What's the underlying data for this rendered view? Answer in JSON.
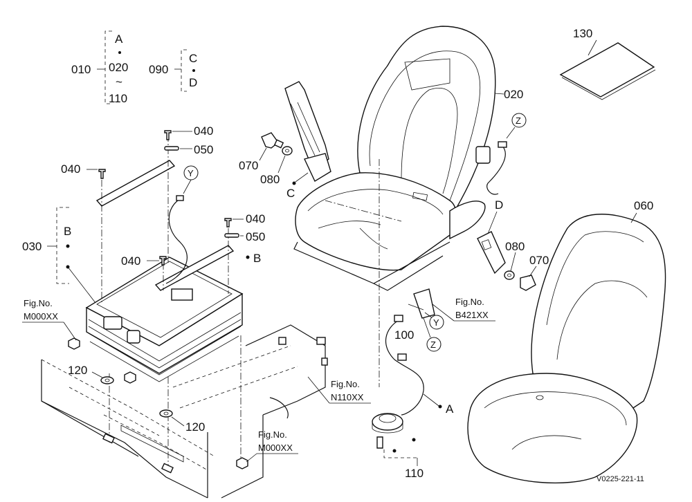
{
  "parts": {
    "p010": "010",
    "p020a": "020",
    "p020b": "020",
    "p030": "030",
    "p040a": "040",
    "p040b": "040",
    "p040c": "040",
    "p040d": "040",
    "p050a": "050",
    "p050b": "050",
    "p060": "060",
    "p070a": "070",
    "p070b": "070",
    "p080a": "080",
    "p080b": "080",
    "p090": "090",
    "p100": "100",
    "p110a": "110",
    "p110b": "110",
    "p120a": "120",
    "p120b": "120",
    "p130": "130"
  },
  "letters": {
    "A_top": "A",
    "A_wire": "A",
    "B_left": "B",
    "B_right": "B",
    "C_top": "C",
    "C_belt": "C",
    "D_top": "D",
    "D_buckle": "D",
    "Y_seat": "Y",
    "Y_switch": "Y",
    "Z_harness": "Z",
    "Z_switch": "Z",
    "tilde": "~"
  },
  "figrefs": {
    "fig_label": "Fig.No.",
    "m000xx_left": "M000XX",
    "m000xx_bottom": "M000XX",
    "n110xx": "N110XX",
    "b421xx": "B421XX"
  },
  "drawing_code": "V0225-221-11"
}
